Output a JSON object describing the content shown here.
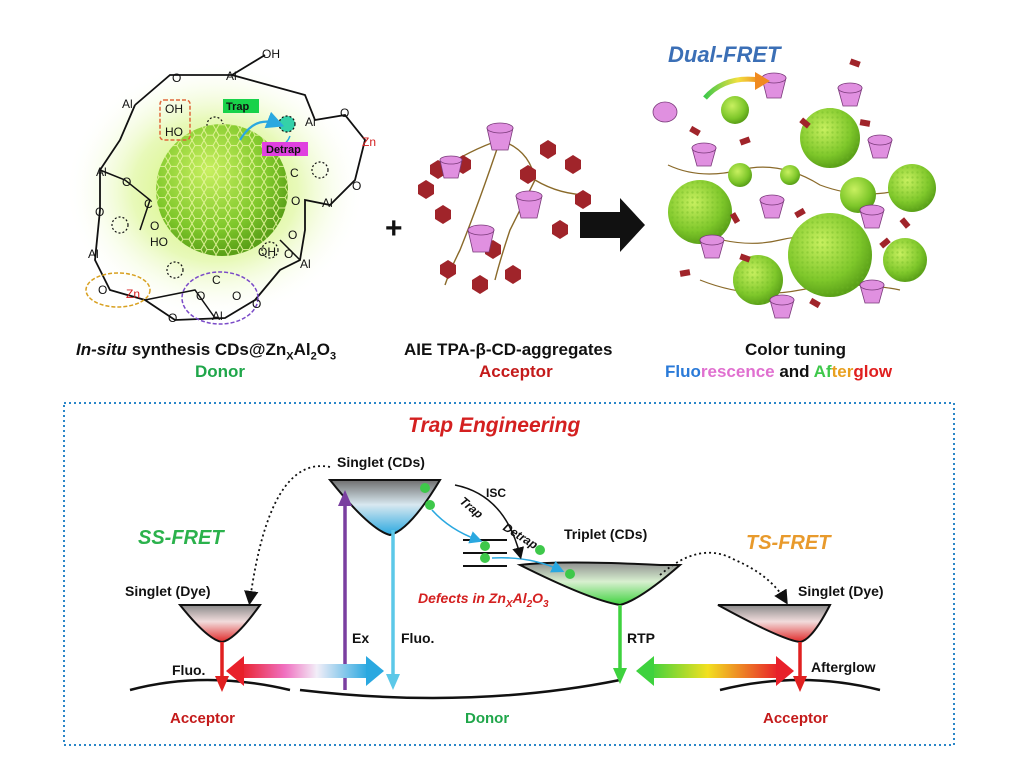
{
  "top": {
    "donor_caption_prefix": "In-situ",
    "donor_caption_rest": " synthesis CDs@Zn",
    "donor_caption_sub_x": "X",
    "donor_caption_al": "Al",
    "donor_caption_sub_2": "2",
    "donor_caption_o": "O",
    "donor_caption_sub_3": "3",
    "donor_role": "Donor",
    "acceptor_caption": "AIE TPA-β-CD-aggregates",
    "acceptor_role": "Acceptor",
    "result_caption": "Color tuning",
    "result_line2": {
      "fluo": "Fluo",
      "rescence": "rescence",
      "and": " and ",
      "after": "Af",
      "ter": "ter",
      "glow": "glow"
    },
    "dual_fret": "Dual-FRET",
    "trap_tag": "Trap",
    "detrap_tag": "Detrap",
    "plus": "+",
    "chem": {
      "oh": "OH",
      "ho": "HO",
      "o": "O",
      "al": "Al",
      "zn": "Zn",
      "c": "C"
    }
  },
  "panel": {
    "title": "Trap Engineering",
    "ss_fret": "SS-FRET",
    "ts_fret": "TS-FRET",
    "singlet_cds": "Singlet (CDs)",
    "triplet_cds": "Triplet (CDs)",
    "singlet_dye_left": "Singlet (Dye)",
    "singlet_dye_right": "Singlet (Dye)",
    "isc": "ISC",
    "trap": "Trap",
    "detrap": "Detrap",
    "defects_prefix": "Defects in Zn",
    "defects_sub_x": "X",
    "defects_al": "Al",
    "defects_sub_2": "2",
    "defects_o": "O",
    "defects_sub_3": "3",
    "ex": "Ex",
    "fluo_center": "Fluo.",
    "fluo_left": "Fluo.",
    "rtp": "RTP",
    "afterglow": "Afterglow",
    "acceptor_left": "Acceptor",
    "donor": "Donor",
    "acceptor_right": "Acceptor"
  },
  "colors": {
    "donor_green": "#1fa64a",
    "acceptor_red": "#c41a1a",
    "dual_fret_blue": "#3b6fb6",
    "ss_fret_green": "#2bb24c",
    "ts_fret_orange": "#e89a2c",
    "panel_border": "#2a86c8",
    "trap_tag": "#18d24a",
    "detrap_tag": "#e040e0",
    "ex_arrow": "#7a3fa0",
    "fluo_arrow": "#5cc8e8",
    "rtp_arrow": "#3ed23e",
    "dye_arrow": "#e02020"
  }
}
